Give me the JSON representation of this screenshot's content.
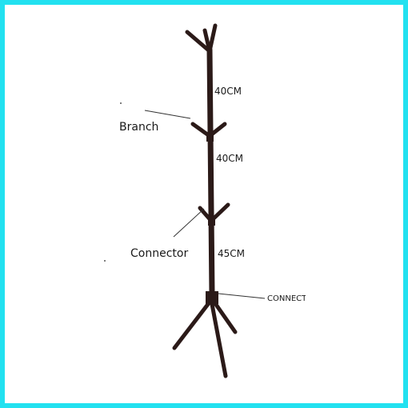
{
  "colors": {
    "border": "#22e1f0",
    "stand": "#2b1a18",
    "leader": "#333333"
  },
  "labels": {
    "dim_top": "40CM",
    "dim_mid": "40CM",
    "dim_low": "45CM",
    "branch": "Branch",
    "connector": "Connector",
    "connect_base": "CONNECT"
  }
}
